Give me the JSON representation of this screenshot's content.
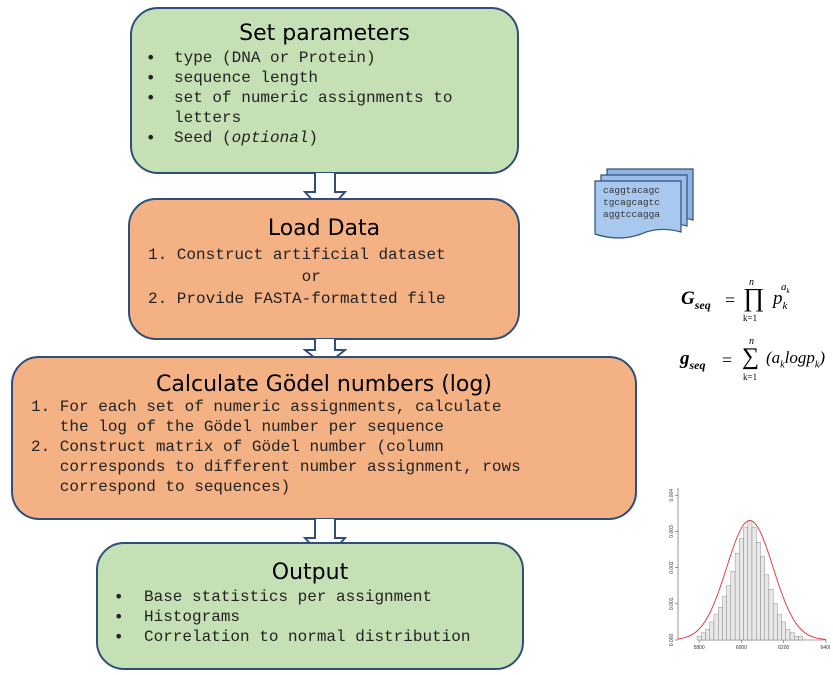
{
  "box1": {
    "title": "Set parameters",
    "items": [
      "type (DNA or Protein)",
      "sequence length",
      "set of numeric assignments to",
      "letters",
      "Seed (",
      "optional",
      ")"
    ]
  },
  "box2": {
    "title": "Load Data",
    "lines": [
      "1. Construct artificial dataset",
      "                or",
      "2. Provide FASTA-formatted file"
    ]
  },
  "box3": {
    "title": "Calculate Gödel numbers (log)",
    "lines": [
      "1. For each set of numeric assignments, calculate",
      "   the log of the Gödel number per sequence",
      "2. Construct matrix of Gödel number (column",
      "   corresponds to different number assignment, rows",
      "   correspond to sequences)"
    ]
  },
  "box4": {
    "title": "Output",
    "items": [
      "Base statistics per assignment",
      "Histograms",
      "Correlation to normal distribution"
    ]
  },
  "documents": {
    "lines": [
      "caggtacagc",
      "tgcagcagtc",
      "aggtccagga"
    ]
  },
  "formulas": {
    "G_lhs": "G",
    "G_sub": "seq",
    "g_lhs": "g",
    "g_sub": "seq",
    "n": "n",
    "k1": "k=1",
    "p": "p",
    "p_sub": "k",
    "a_sup": "a",
    "a_sup_sub": "k",
    "g_body": "(a",
    "g_body_sub": "k",
    "g_body2": "logp",
    "g_body2_sub": "k",
    "g_close": ")"
  },
  "histogram": {
    "y_ticks": [
      "0.004",
      "0.003",
      "0.002",
      "0.001",
      "0.000"
    ],
    "x_ticks": [
      "5800",
      "6000",
      "6200",
      "6400"
    ],
    "fit_color": "#e03030"
  },
  "chart_data": {
    "type": "bar",
    "title": "",
    "xlabel": "",
    "ylabel": "",
    "xlim": [
      5700,
      6400
    ],
    "ylim": [
      0,
      0.0042
    ],
    "categories": [
      5800,
      5820,
      5840,
      5860,
      5880,
      5900,
      5920,
      5940,
      5960,
      5980,
      6000,
      6020,
      6040,
      6060,
      6080,
      6100,
      6120,
      6140,
      6160,
      6180,
      6200,
      6220,
      6240,
      6260,
      6280
    ],
    "values": [
      0.0001,
      0.0002,
      0.0003,
      0.0005,
      0.0007,
      0.0009,
      0.0012,
      0.0015,
      0.0019,
      0.0024,
      0.0028,
      0.0031,
      0.0033,
      0.0031,
      0.0027,
      0.0023,
      0.0018,
      0.0014,
      0.001,
      0.0007,
      0.0005,
      0.0003,
      0.0002,
      0.0001,
      0.0001
    ]
  }
}
